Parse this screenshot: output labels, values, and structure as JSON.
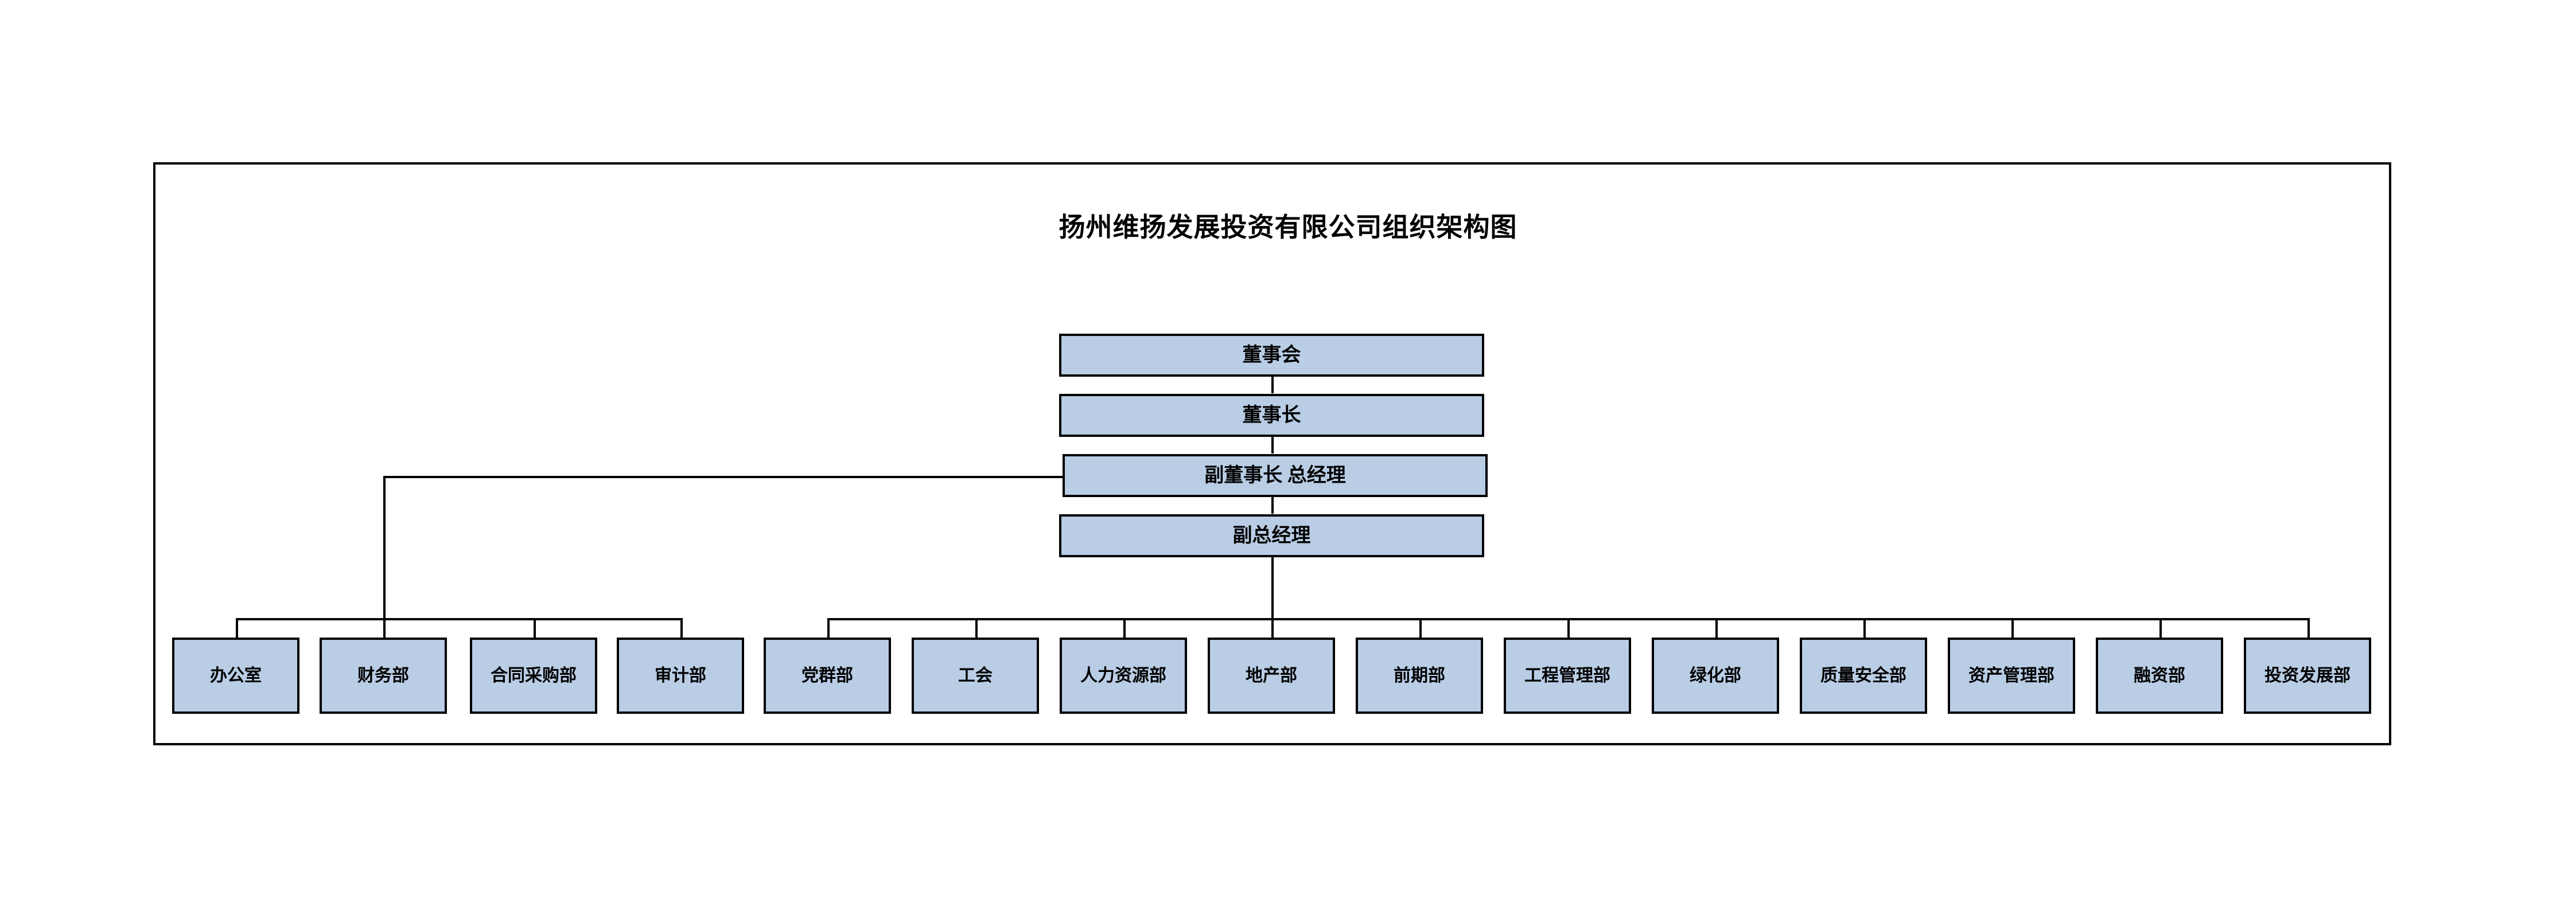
{
  "document": {
    "title": "扬州维扬发展投资有限公司组织架构图",
    "border_color": "#000000",
    "node_fill_color": "#b9cde5",
    "background_color": "#ffffff"
  },
  "chart_data": {
    "type": "diagram",
    "diagram_kind": "organization-chart",
    "title": "扬州维扬发展投资有限公司组织架构图",
    "executive_chain": [
      {
        "id": "board",
        "label": "董事会"
      },
      {
        "id": "chairman",
        "label": "董事长"
      },
      {
        "id": "vice-chair",
        "label": "副董事长 总经理"
      },
      {
        "id": "deputy-gm",
        "label": "副总经理"
      }
    ],
    "departments": [
      {
        "id": "office",
        "label": "办公室",
        "group": "vice-chair"
      },
      {
        "id": "finance",
        "label": "财务部",
        "group": "vice-chair"
      },
      {
        "id": "contract-purchase",
        "label": "合同采购部",
        "group": "vice-chair"
      },
      {
        "id": "audit",
        "label": "审计部",
        "group": "vice-chair"
      },
      {
        "id": "party-mass",
        "label": "党群部",
        "group": "deputy-gm"
      },
      {
        "id": "labor-union",
        "label": "工会",
        "group": "deputy-gm"
      },
      {
        "id": "human-resources",
        "label": "人力资源部",
        "group": "deputy-gm"
      },
      {
        "id": "real-estate",
        "label": "地产部",
        "group": "deputy-gm"
      },
      {
        "id": "preliminary",
        "label": "前期部",
        "group": "deputy-gm"
      },
      {
        "id": "engineering-mgmt",
        "label": "工程管理部",
        "group": "deputy-gm"
      },
      {
        "id": "landscaping",
        "label": "绿化部",
        "group": "deputy-gm"
      },
      {
        "id": "quality-safety",
        "label": "质量安全部",
        "group": "deputy-gm"
      },
      {
        "id": "asset-mgmt",
        "label": "资产管理部",
        "group": "deputy-gm"
      },
      {
        "id": "financing",
        "label": "融资部",
        "group": "deputy-gm"
      },
      {
        "id": "investment-dev",
        "label": "投资发展部",
        "group": "deputy-gm"
      }
    ],
    "edges": [
      {
        "from": "board",
        "to": "chairman"
      },
      {
        "from": "chairman",
        "to": "vice-chair"
      },
      {
        "from": "vice-chair",
        "to": "deputy-gm"
      },
      {
        "from": "vice-chair",
        "to": "office"
      },
      {
        "from": "vice-chair",
        "to": "finance"
      },
      {
        "from": "vice-chair",
        "to": "contract-purchase"
      },
      {
        "from": "vice-chair",
        "to": "audit"
      },
      {
        "from": "deputy-gm",
        "to": "party-mass"
      },
      {
        "from": "deputy-gm",
        "to": "labor-union"
      },
      {
        "from": "deputy-gm",
        "to": "human-resources"
      },
      {
        "from": "deputy-gm",
        "to": "real-estate"
      },
      {
        "from": "deputy-gm",
        "to": "preliminary"
      },
      {
        "from": "deputy-gm",
        "to": "engineering-mgmt"
      },
      {
        "from": "deputy-gm",
        "to": "landscaping"
      },
      {
        "from": "deputy-gm",
        "to": "quality-safety"
      },
      {
        "from": "deputy-gm",
        "to": "asset-mgmt"
      },
      {
        "from": "deputy-gm",
        "to": "financing"
      },
      {
        "from": "deputy-gm",
        "to": "investment-dev"
      }
    ],
    "department_count": 15,
    "level_count": 5
  }
}
